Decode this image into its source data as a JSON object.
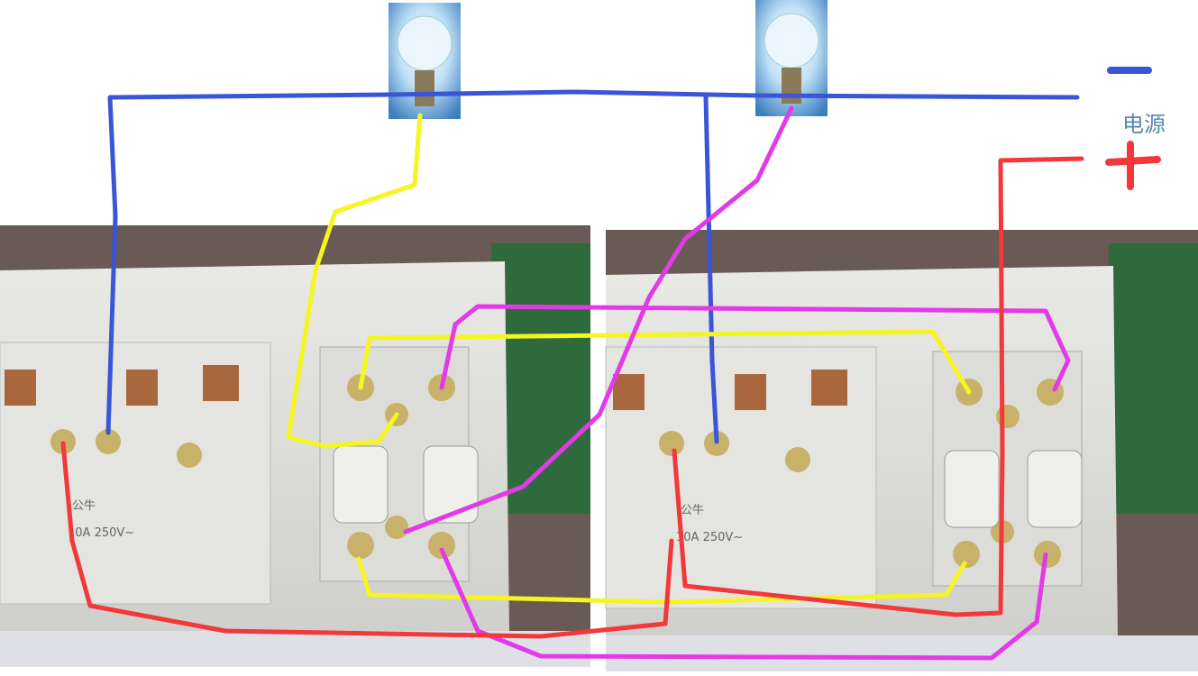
{
  "power_label": "电源",
  "terminals": {
    "negative": "-",
    "positive": "+"
  },
  "socket_marking": {
    "brand": "公牛",
    "rating": "10A 250V~"
  },
  "colors": {
    "blue_wire": "#3a55d6",
    "yellow_wire": "#f5f521",
    "magenta_wire": "#e33ae8",
    "red_wire": "#f2383a",
    "label": "#5a86b0"
  }
}
